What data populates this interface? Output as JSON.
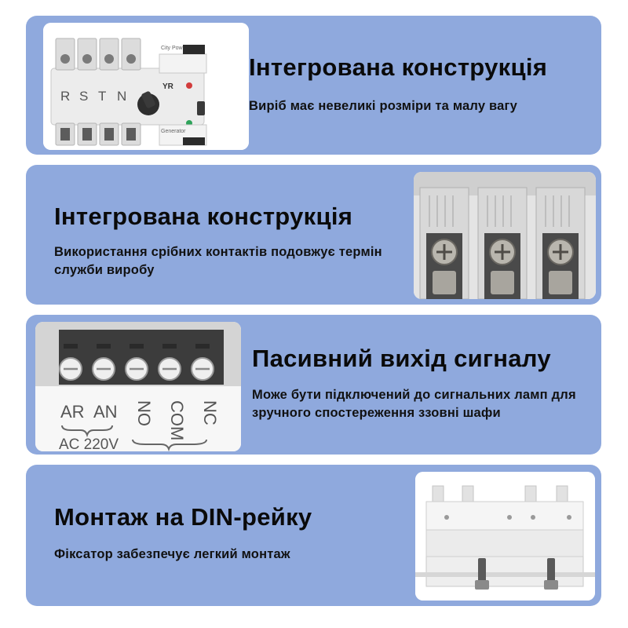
{
  "features": [
    {
      "title": "Інтегрована конструкція",
      "description": "Виріб має невеликі розміри та малу вагу",
      "photo": {
        "phase_labels": [
          "R",
          "S",
          "T",
          "N"
        ],
        "city_label": "City Power",
        "generator_label": "Generator",
        "brand": "YR"
      }
    },
    {
      "title": "Інтегрована конструкція",
      "description": "Використання срібних контактів подовжує термін служби виробу"
    },
    {
      "title": "Пасивний вихід сигналу",
      "description": "Може бути підключений до сигнальних ламп для зручного спостереження ззовні шафи",
      "photo": {
        "terminal_labels": [
          "AR",
          "AN",
          "NO",
          "COM",
          "NC"
        ],
        "voltage_label": "AC 220V"
      }
    },
    {
      "title": "Монтаж на DIN-рейку",
      "description": "Фіксатор забезпечує легкий монтаж"
    }
  ],
  "colors": {
    "card_background": "#8fa9dd",
    "photo_background": "#ffffff",
    "text": "#0a0a0a"
  }
}
